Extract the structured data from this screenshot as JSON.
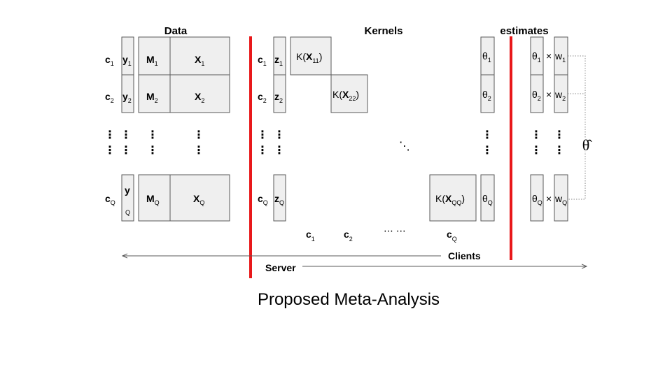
{
  "headers": {
    "data": "Data",
    "kernels": "Kernels",
    "estimates": "estimates"
  },
  "rows": [
    {
      "c": "c",
      "c_sub": "1",
      "y": "y",
      "y_sub": "1",
      "m": "M",
      "m_sub": "1",
      "x": "X",
      "x_sub": "1",
      "z": "z",
      "z_sub": "1",
      "k_pre": "K(",
      "k_x": "X",
      "k_sub": "11",
      "k_post": ")",
      "theta": "θ",
      "theta_sub": "1",
      "w": "w",
      "w_sub": "1"
    },
    {
      "c": "c",
      "c_sub": "2",
      "y": "y",
      "y_sub": "2",
      "m": "M",
      "m_sub": "2",
      "x": "X",
      "x_sub": "2",
      "z": "z",
      "z_sub": "2",
      "k_pre": "K(",
      "k_x": "X",
      "k_sub": "22",
      "k_post": ")",
      "theta": "θ",
      "theta_sub": "2",
      "w": "w",
      "w_sub": "2"
    },
    {
      "c": "c",
      "c_sub": "Q",
      "y": "y",
      "y_sub": "Q",
      "m": "M",
      "m_sub": "Q",
      "x": "X",
      "x_sub": "Q",
      "z": "z",
      "z_sub": "Q",
      "k_pre": "K(",
      "k_x": "X",
      "k_sub": "QQ",
      "k_post": ")",
      "theta": "θ",
      "theta_sub": "Q",
      "w": "w",
      "w_sub": "Q"
    }
  ],
  "times": "×",
  "vdots": "⋮",
  "ddots": "⋱",
  "hdots": "⋯ ⋯",
  "theta_hat": "θ̂",
  "client_labels": [
    {
      "c": "c",
      "sub": "1"
    },
    {
      "c": "c",
      "sub": "2"
    },
    {
      "c": "c",
      "sub": "Q"
    }
  ],
  "clients_label": "Clients",
  "server_label": "Server",
  "caption": "Proposed Meta-Analysis",
  "colors": {
    "divider": "#e8181a",
    "box_fill": "#efefef",
    "box_stroke": "#595959",
    "arrow": "#595959"
  }
}
